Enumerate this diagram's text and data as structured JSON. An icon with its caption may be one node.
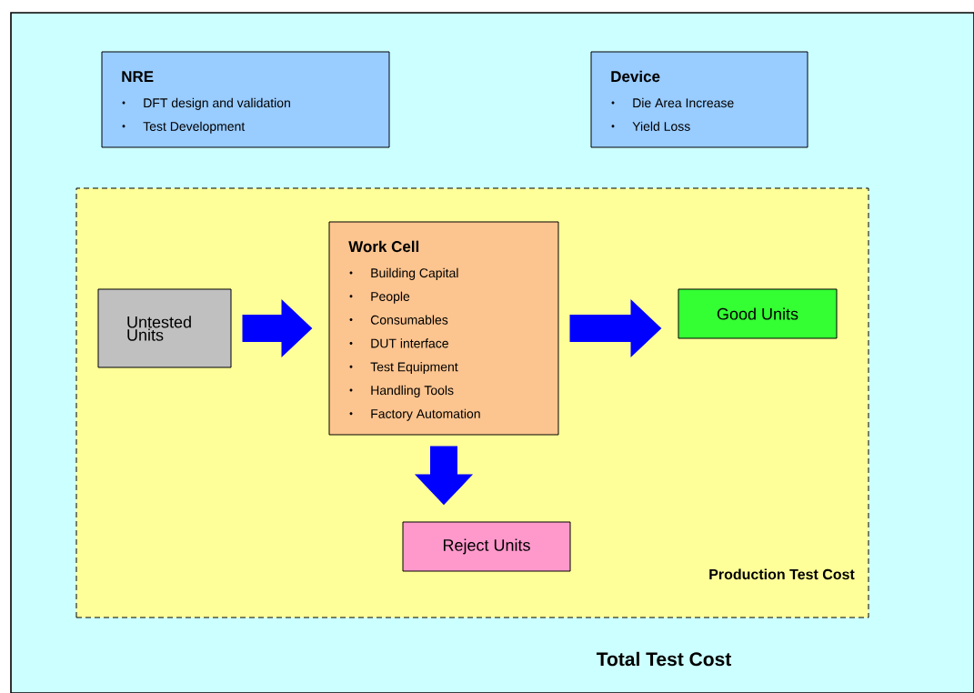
{
  "diagram": {
    "nodes": [
      {
        "text": [
          "Total Test Cost"
        ]
      },
      {
        "text": [
          "NRE",
          "DFT design and validation",
          "Test Development"
        ],
        "in": 0
      },
      {
        "text": [
          "Device",
          "Die Area Increase",
          "Yield Loss"
        ],
        "in": 0
      },
      {
        "text": [
          "Production Test Cost"
        ],
        "in": 0
      },
      {
        "text": [
          "Untested Units"
        ],
        "in": 3
      },
      {
        "text": [
          "Work Cell",
          "Building Capital",
          "People",
          "Consumables",
          "DUT interface",
          "Test Equipment",
          "Handling Tools",
          "Factory Automation"
        ],
        "in": 3
      },
      {
        "text": [
          "Good Units"
        ],
        "in": 3
      },
      {
        "text": [
          "Reject Units"
        ],
        "in": 3
      }
    ],
    "edges": [
      {
        "from": 4,
        "to": 5,
        "arrow": "to"
      },
      {
        "from": 5,
        "to": 6,
        "arrow": "to"
      },
      {
        "from": 5,
        "to": 7,
        "arrow": "to"
      }
    ]
  }
}
